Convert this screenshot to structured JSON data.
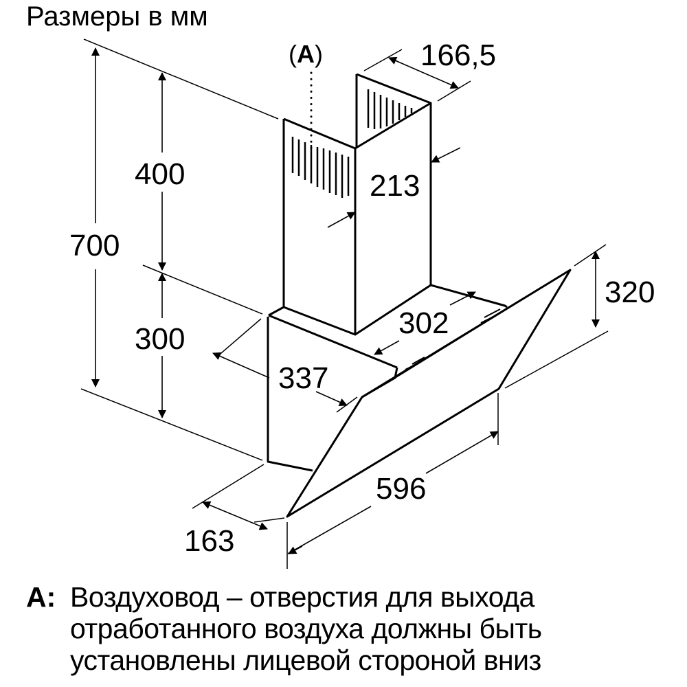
{
  "title": "Размеры в мм",
  "callout_label": "A",
  "dimensions": {
    "total_height": "700",
    "chimney_height": "400",
    "body_height": "300",
    "chimney_depth": "166,5",
    "chimney_width": "213",
    "body_width": "302",
    "body_depth": "337",
    "glass_height": "320",
    "hood_width": "596",
    "bottom_depth": "163"
  },
  "note": {
    "key": "A:",
    "lines": [
      "Воздуховод – отверстия для выхода",
      "отработанного воздуха должны быть",
      "установлены лицевой стороной вниз"
    ]
  }
}
